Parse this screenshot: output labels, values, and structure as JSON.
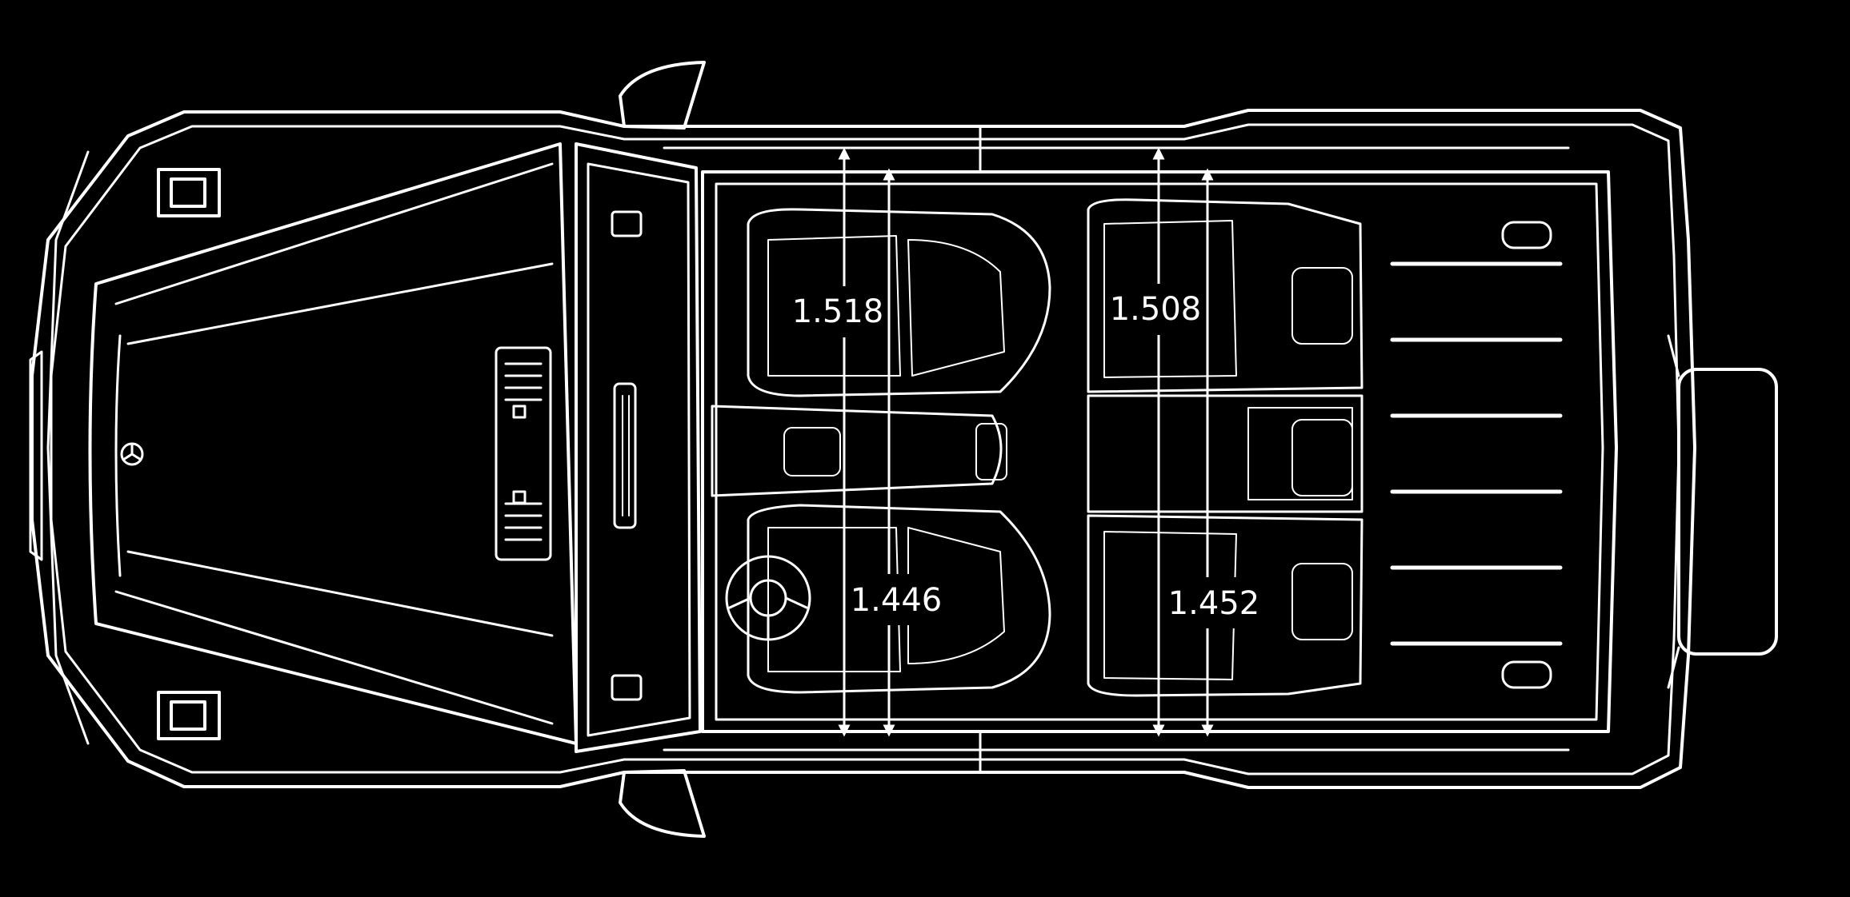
{
  "colors": {
    "background": "#000000",
    "line": "#ffffff"
  },
  "measurements": [
    {
      "id": "front-width-upper",
      "label": "1.518"
    },
    {
      "id": "rear-width-upper",
      "label": "1.508"
    },
    {
      "id": "front-width-lower",
      "label": "1.446"
    },
    {
      "id": "rear-width-lower",
      "label": "1.452"
    }
  ]
}
